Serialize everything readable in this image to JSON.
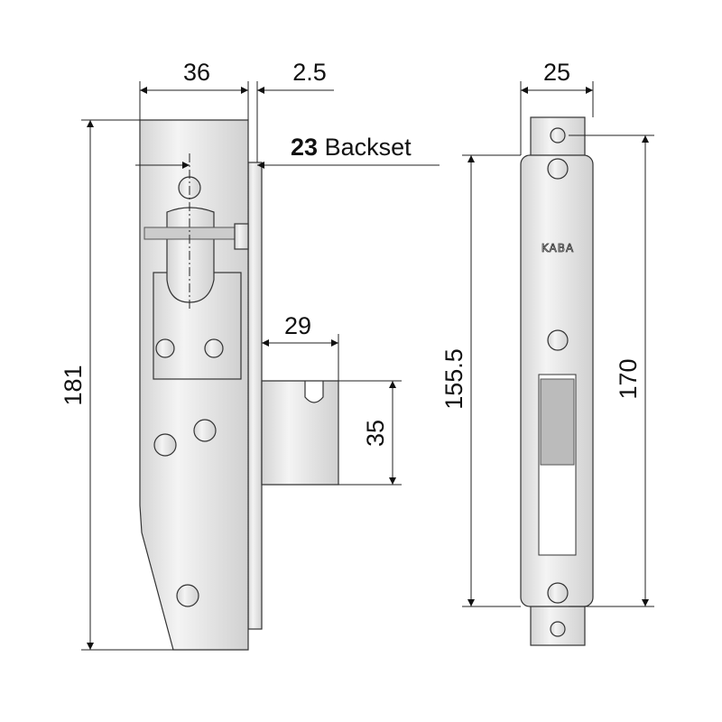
{
  "dimensions": {
    "width_body": "36",
    "faceplate_offset": "2.5",
    "backset_value": "23",
    "backset_label": "Backset",
    "height_body": "181",
    "hook_throw": "29",
    "hook_height": "35",
    "strike_width": "25",
    "strike_screw_spacing": "155.5",
    "strike_height": "170"
  },
  "logo_text": "KABA",
  "colors": {
    "metal_light": "#f2f2f2",
    "metal_dark": "#c8c8c8",
    "line": "#222222"
  }
}
